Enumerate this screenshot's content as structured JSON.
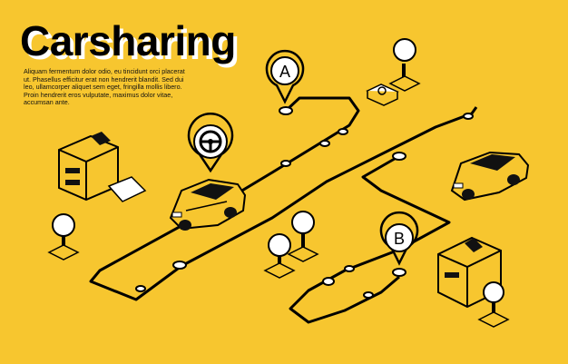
{
  "header": {
    "title": "Carsharing",
    "description": "Aliquam fermentum dolor odio, eu tincidunt orci placerat ut. Phasellus efficitur erat non hendrerit blandit. Sed dui leo, ullamcorper aliquet sem eget, fringilla mollis libero. Proin hendrerit eros vulputate, maximus dolor vitae, accumsan ante."
  },
  "markers": {
    "start_label": "A",
    "end_label": "B"
  },
  "icons": [
    "steering-wheel-icon",
    "location-pin-icon",
    "car-icon",
    "tree-icon",
    "building-icon"
  ],
  "colors": {
    "background": "#f7c62f",
    "ink": "#000000",
    "highlight": "#ffffff"
  }
}
